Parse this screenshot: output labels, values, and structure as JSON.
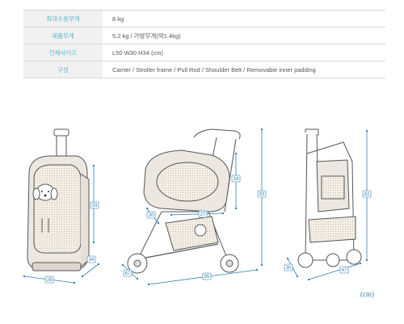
{
  "specs": [
    {
      "label": "최대수용무게",
      "value": "8 kg"
    },
    {
      "label": "제품무게",
      "value": "5.2 kg  / 가방무게(약1.4kg)"
    },
    {
      "label": "전체사이즈",
      "value": "L50 W30 H34 (cm)"
    },
    {
      "label": "구성",
      "value": "Carrier / Stroller frame / Pull Rod / Shoulder Belt / Removable inner padding"
    }
  ],
  "dimensions": {
    "carrier": {
      "height": "33",
      "depth": "28",
      "width": "34"
    },
    "stroller": {
      "body_height": "34",
      "width": "30",
      "inner": "27",
      "length": "95",
      "wheel": "67",
      "total_height": "93"
    },
    "stroller_front": {
      "height": "82",
      "width": "30",
      "depth": "47"
    }
  },
  "unit_label": "(cm)",
  "colors": {
    "accent": "#5bb7cc",
    "dimension": "#2f7fb3",
    "line": "#555555"
  }
}
